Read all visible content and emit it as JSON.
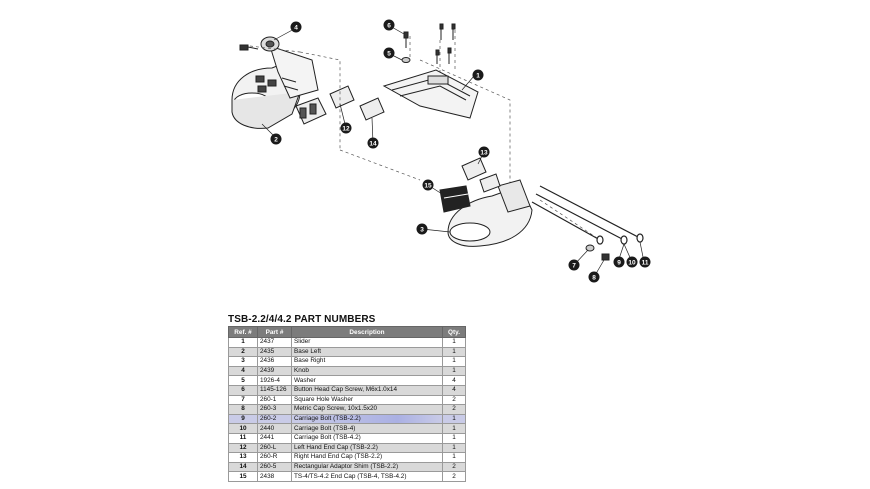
{
  "table": {
    "title": "TSB-2.2/4/4.2 PART NUMBERS",
    "headers": [
      "Ref. #",
      "Part #",
      "Description",
      "Qty."
    ],
    "rows": [
      {
        "ref": "1",
        "part": "2437",
        "desc": "Slider",
        "qty": "1"
      },
      {
        "ref": "2",
        "part": "2435",
        "desc": "Base Left",
        "qty": "1"
      },
      {
        "ref": "3",
        "part": "2436",
        "desc": "Base Right",
        "qty": "1"
      },
      {
        "ref": "4",
        "part": "2439",
        "desc": "Knob",
        "qty": "1"
      },
      {
        "ref": "5",
        "part": "1926-4",
        "desc": "Washer",
        "qty": "4"
      },
      {
        "ref": "6",
        "part": "1145-126",
        "desc": "Button Head Cap Screw, M6x1.0x14",
        "qty": "4"
      },
      {
        "ref": "7",
        "part": "260-1",
        "desc": "Square Hole Washer",
        "qty": "2"
      },
      {
        "ref": "8",
        "part": "260-3",
        "desc": "Metric Cap Screw, 10x1.5x20",
        "qty": "2"
      },
      {
        "ref": "9",
        "part": "260-2",
        "desc": "Carriage Bolt (TSB-2.2)",
        "qty": "1"
      },
      {
        "ref": "10",
        "part": "2440",
        "desc": "Carriage Bolt (TSB-4)",
        "qty": "1"
      },
      {
        "ref": "11",
        "part": "2441",
        "desc": "Carriage Bolt (TSB-4.2)",
        "qty": "1"
      },
      {
        "ref": "12",
        "part": "260-L",
        "desc": "Left Hand End Cap (TSB-2.2)",
        "qty": "1"
      },
      {
        "ref": "13",
        "part": "260-R",
        "desc": "Right Hand End Cap (TSB-2.2)",
        "qty": "1"
      },
      {
        "ref": "14",
        "part": "260-5",
        "desc": "Rectangular Adaptor Shim (TSB-2.2)",
        "qty": "2"
      },
      {
        "ref": "15",
        "part": "2438",
        "desc": "TS-4/TS-4.2 End Cap (TSB-4, TSB-4.2)",
        "qty": "2"
      }
    ],
    "selected_row": "9"
  },
  "diagram": {
    "callouts": [
      "1",
      "2",
      "3",
      "4",
      "5",
      "6",
      "7",
      "8",
      "9",
      "10",
      "11",
      "12",
      "13",
      "14",
      "15"
    ],
    "callout_color": "#1a1a1a"
  }
}
